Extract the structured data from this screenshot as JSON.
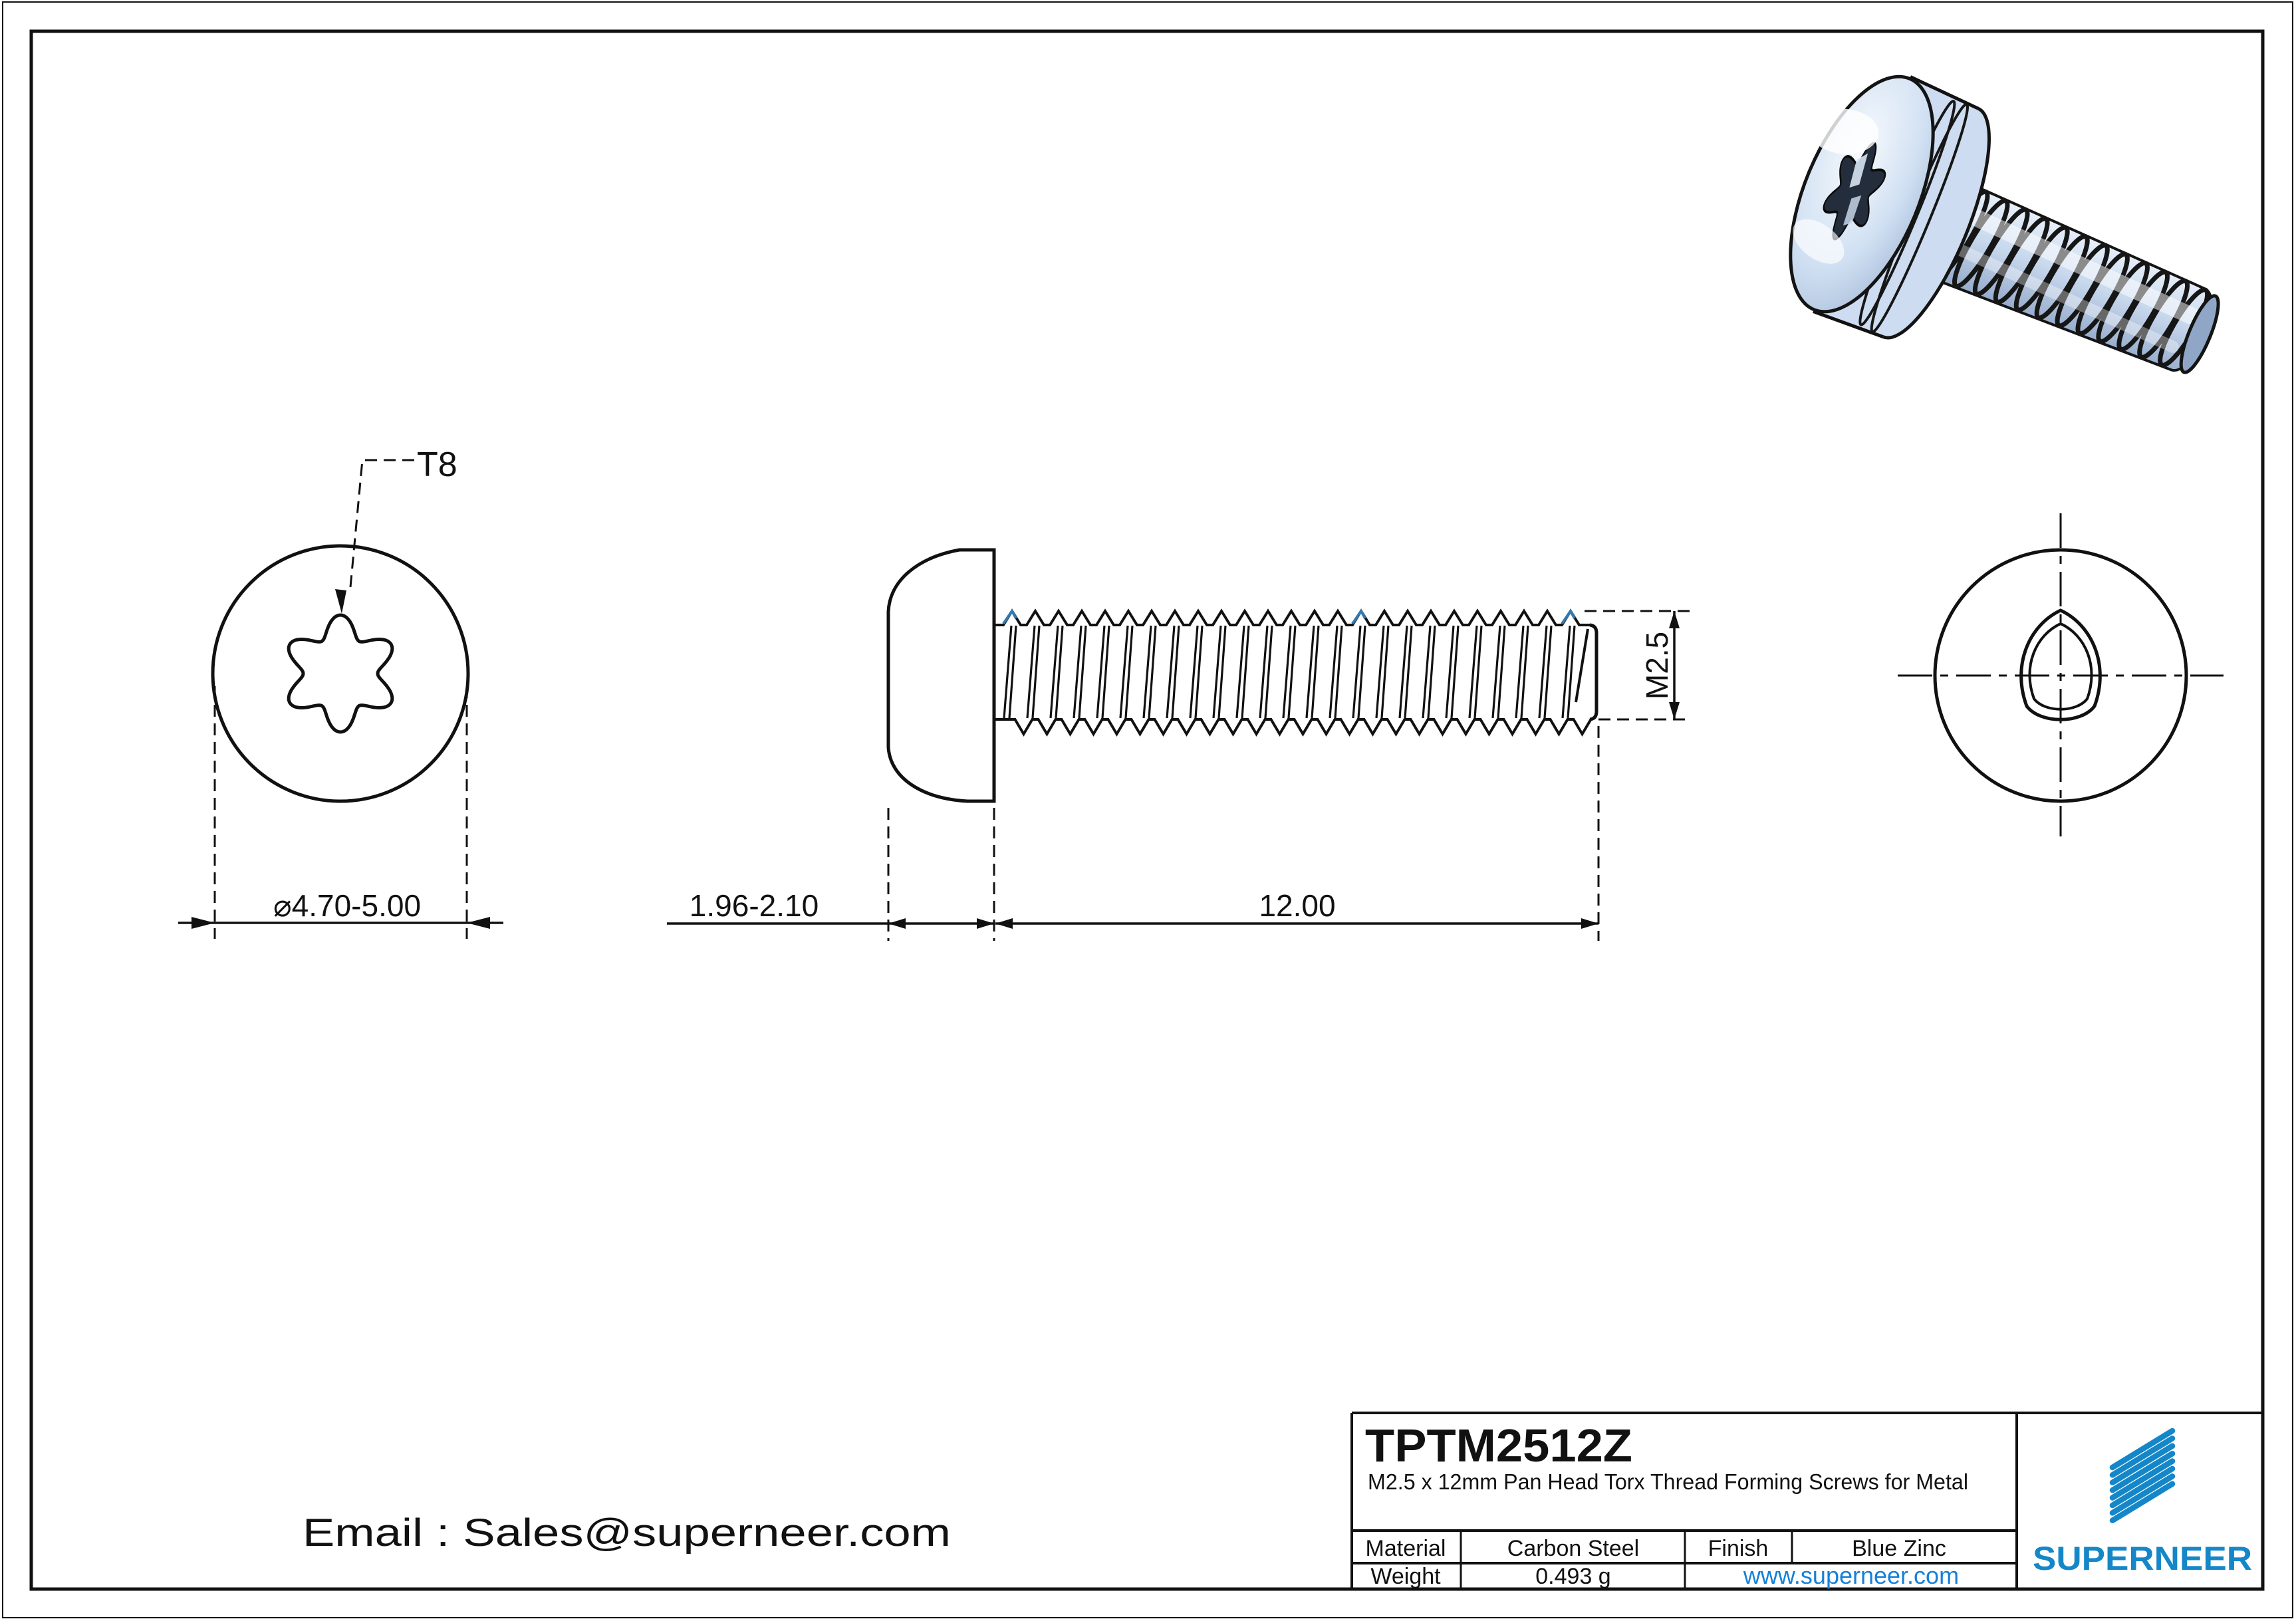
{
  "drawing": {
    "front_view": {
      "torx_label": "T8",
      "diameter_dim": "⌀4.70-5.00"
    },
    "side_view": {
      "head_height_dim": "1.96-2.10",
      "thread_length_dim": "12.00",
      "thread_size_dim": "M2.5"
    },
    "email_note": "Email : Sales@superneer.com"
  },
  "title_block": {
    "part_number": "TPTM2512Z",
    "description": "M2.5 x 12mm Pan Head Torx Thread Forming Screws for Metal",
    "material_label": "Material",
    "material_value": "Carbon Steel",
    "finish_label": "Finish",
    "finish_value": "Blue Zinc",
    "weight_label": "Weight",
    "weight_value": "0.493 g",
    "website": "www.superneer.com",
    "brand": "SUPERNEER"
  },
  "colors": {
    "brand_blue": "#1587c8",
    "link_blue": "#1580d8",
    "thread_mark_blue": "#3579ad",
    "line": "#111111"
  }
}
